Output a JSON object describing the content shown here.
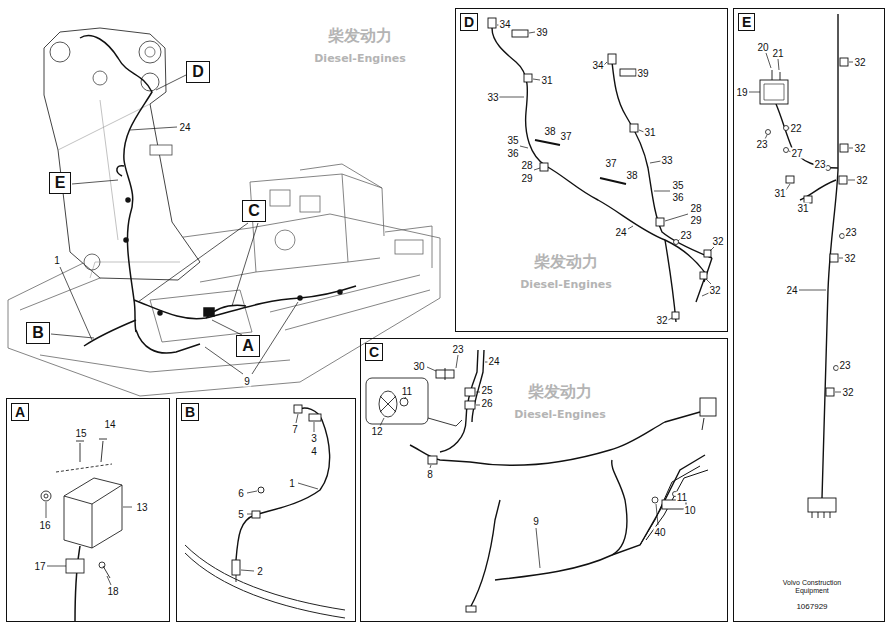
{
  "diagram": {
    "nodes": [
      {
        "text": [
          "D"
        ]
      },
      {
        "text": [
          "E"
        ]
      },
      {
        "text": [
          "C"
        ]
      },
      {
        "text": [
          "B"
        ]
      },
      {
        "text": [
          "A"
        ]
      },
      {
        "text": [
          "A"
        ]
      },
      {
        "text": [
          "B"
        ]
      },
      {
        "text": [
          "C"
        ]
      },
      {
        "text": [
          "D"
        ]
      },
      {
        "text": [
          "E"
        ]
      }
    ],
    "labels": [
      "24",
      "1",
      "9",
      "15",
      "14",
      "13",
      "16",
      "17",
      "18",
      "7",
      "3",
      "4",
      "1",
      "6",
      "5",
      "2",
      "30",
      "23",
      "24",
      "25",
      "26",
      "11",
      "12",
      "8",
      "9",
      "11",
      "10",
      "40",
      "34",
      "39",
      "31",
      "34",
      "39",
      "33",
      "38",
      "37",
      "35",
      "36",
      "31",
      "28",
      "29",
      "33",
      "37",
      "38",
      "35",
      "36",
      "28",
      "29",
      "24",
      "23",
      "32",
      "32",
      "32",
      "20",
      "21",
      "19",
      "22",
      "23",
      "27",
      "32",
      "32",
      "31",
      "31",
      "23",
      "32",
      "23",
      "32",
      "24",
      "23",
      "32",
      "Volvo Construction Equipment",
      "1067929",
      "柴发动力",
      "Diesel-Engines",
      "柴发动力",
      "Diesel-Engines",
      "柴发动力",
      "Diesel-Engines"
    ]
  }
}
